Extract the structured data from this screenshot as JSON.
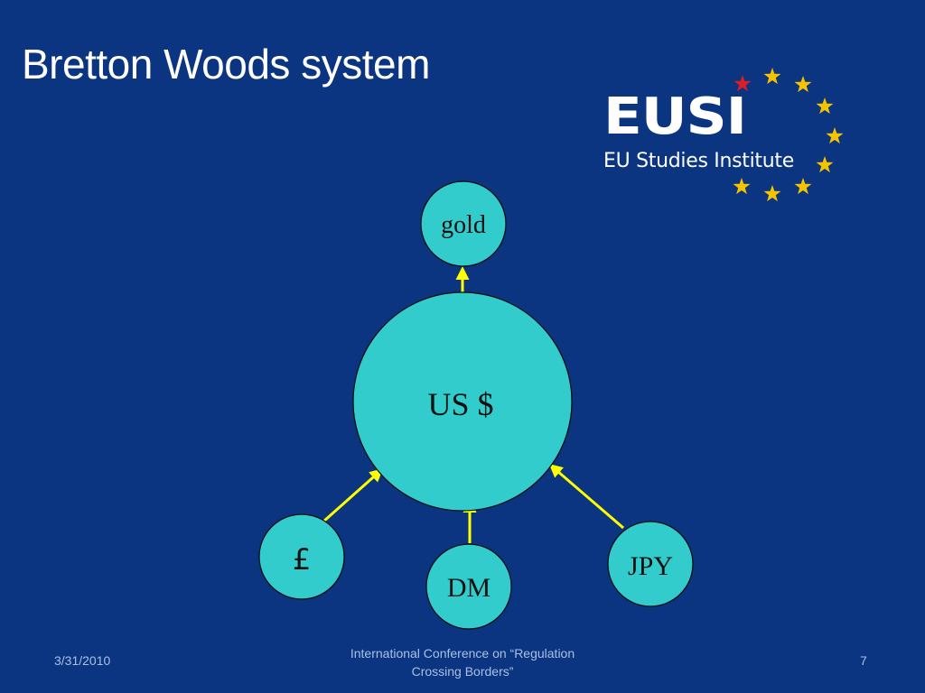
{
  "slide": {
    "title": "Bretton Woods system"
  },
  "logo": {
    "acronym": "EUSI",
    "name": "EU Studies Institute"
  },
  "diagram": {
    "center": {
      "label": "US $"
    },
    "top": {
      "label": "gold"
    },
    "currencies": [
      {
        "label": "£"
      },
      {
        "label": "DM"
      },
      {
        "label": "JPY"
      }
    ],
    "colors": {
      "node_fill": "#33cccc",
      "arrow": "#ffff00",
      "background": "#0b3580"
    }
  },
  "footer": {
    "date": "3/31/2010",
    "center_line1": "International Conference on “Regulation",
    "center_line2": "Crossing Borders”",
    "page": "7"
  }
}
